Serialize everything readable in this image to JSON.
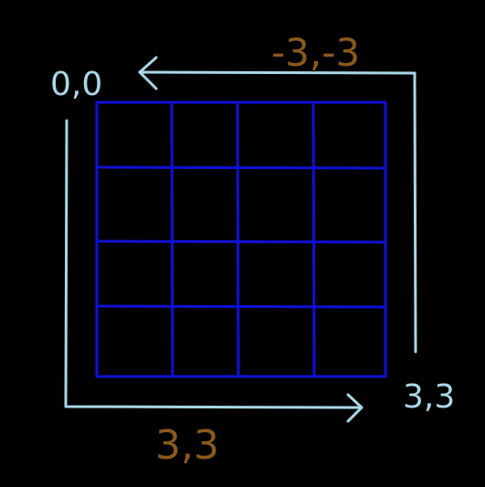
{
  "labels": {
    "origin": "0,0",
    "bottom_right": "3,3",
    "arrow_bottom": "3,3",
    "arrow_top": "-3,-3"
  },
  "grid": {
    "rows": 4,
    "cols": 4
  },
  "colors": {
    "background": "#000000",
    "grid": "#1010d8",
    "corner_label": "#a9d7e6",
    "arrow": "#a9d7e6",
    "arrow_label": "#8a5a1a"
  }
}
